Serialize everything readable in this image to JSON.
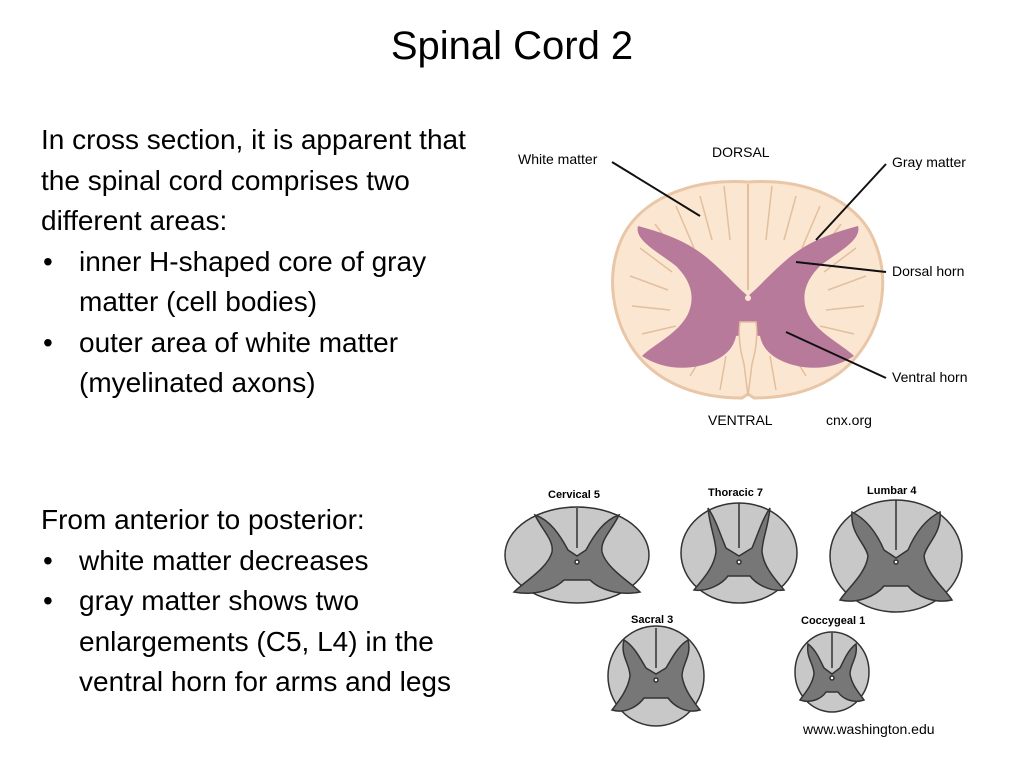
{
  "slide": {
    "title": "Spinal Cord 2",
    "block1": {
      "intro": "In cross section, it is apparent that the spinal cord comprises two different areas:",
      "bullets": [
        "inner H-shaped core of gray matter (cell bodies)",
        "outer area of white matter (myelinated axons)"
      ]
    },
    "block2": {
      "intro": "From anterior to posterior:",
      "bullets": [
        "white matter decreases",
        "gray matter shows two enlargements (C5, L4) in the ventral horn for arms and legs"
      ]
    }
  },
  "cross_section_figure": {
    "top_label": "DORSAL",
    "bottom_label": "VENTRAL",
    "callouts": {
      "white_matter": "White matter",
      "gray_matter": "Gray matter",
      "dorsal_horn": "Dorsal horn",
      "ventral_horn": "Ventral horn"
    },
    "credit": "cnx.org",
    "colors": {
      "white_matter": "#fbe6d2",
      "gray_matter": "#b87a9a"
    }
  },
  "segments_figure": {
    "segments": [
      "Cervical 5",
      "Thoracic 7",
      "Lumbar 4",
      "Sacral 3",
      "Coccygeal 1"
    ],
    "credit": "www.washington.edu",
    "colors": {
      "white_matter": "#c8c8c8",
      "gray_matter": "#777777"
    }
  }
}
